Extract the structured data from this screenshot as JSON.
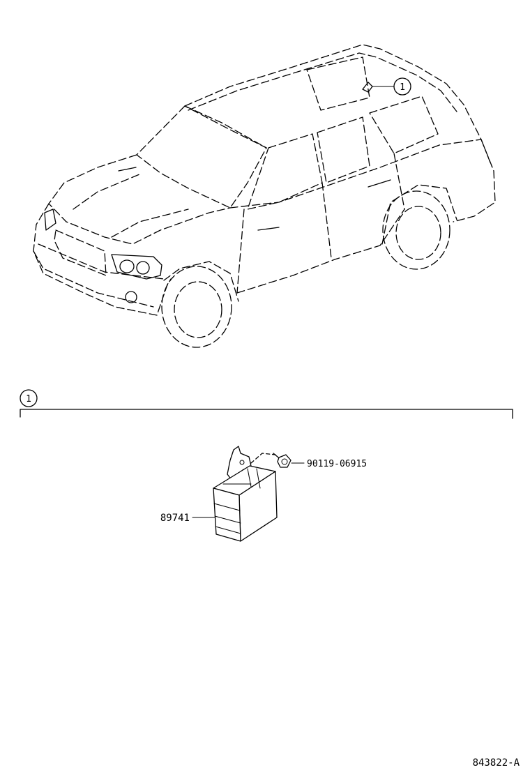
{
  "callouts": {
    "vehicle_ref": "1",
    "section_ref": "1"
  },
  "parts": {
    "ecu_part_number": "89741",
    "bolt_part_number": "90119-06915"
  },
  "diagram_id": "843822-A"
}
